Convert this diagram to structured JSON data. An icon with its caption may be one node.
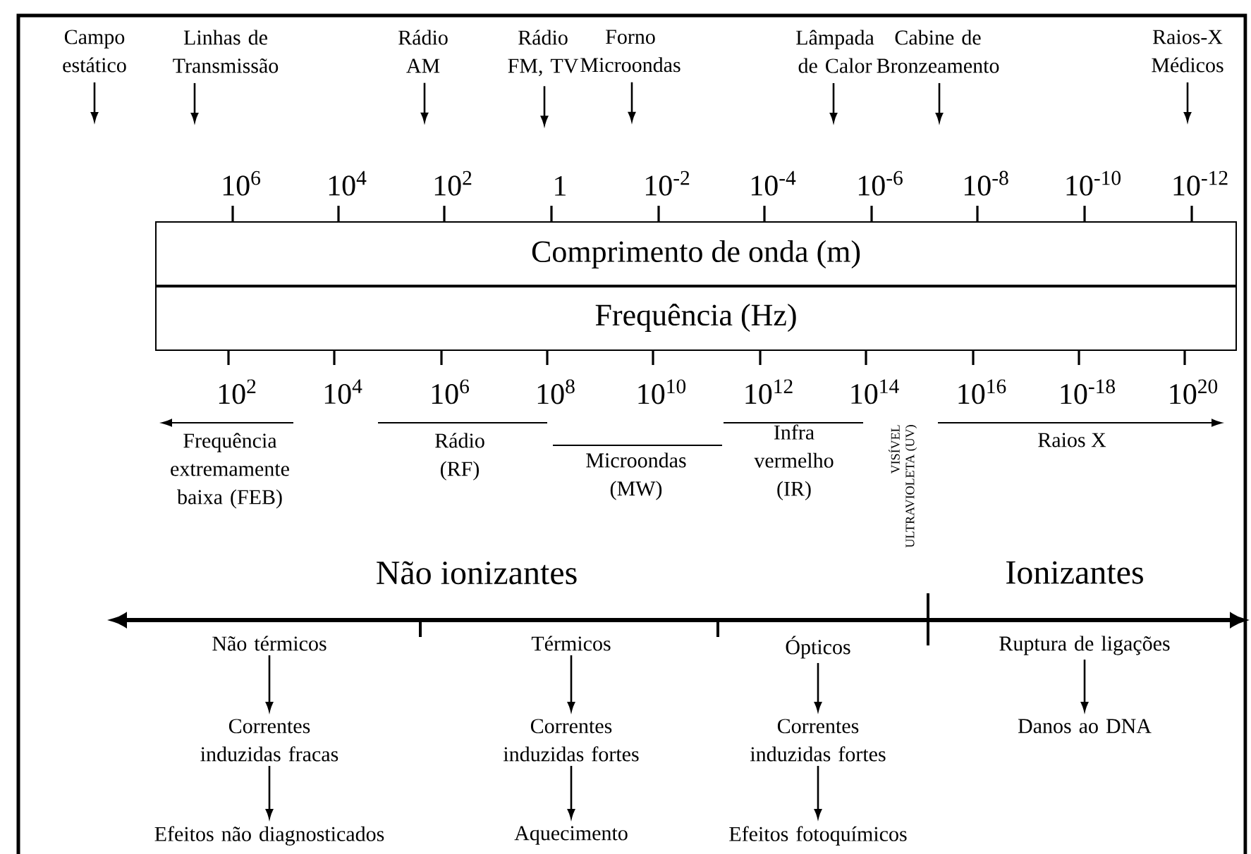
{
  "diagram": {
    "nodes": [
      {
        "text": [
          "Campo estático"
        ]
      },
      {
        "text": [
          "Linhas de Transmissão"
        ]
      },
      {
        "text": [
          "Rádio AM"
        ]
      },
      {
        "text": [
          "Rádio FM, TV"
        ]
      },
      {
        "text": [
          "Forno Microondas"
        ]
      },
      {
        "text": [
          "Lâmpada de Calor"
        ]
      },
      {
        "text": [
          "Cabine de Bronzeamento"
        ]
      },
      {
        "text": [
          "Raios-X Médicos"
        ]
      },
      {
        "text": [
          "Comprimento de onda (m)"
        ]
      },
      {
        "text": [
          "Frequência (Hz)"
        ]
      },
      {
        "text": [
          "Não térmicos"
        ]
      },
      {
        "text": [
          "Térmicos"
        ]
      },
      {
        "text": [
          "Ópticos"
        ]
      },
      {
        "text": [
          "Ruptura de ligações"
        ]
      },
      {
        "text": [
          "Correntes induzidas fracas"
        ]
      },
      {
        "text": [
          "Correntes induzidas fortes"
        ]
      },
      {
        "text": [
          "Correntes induzidas fortes"
        ]
      },
      {
        "text": [
          "Danos ao DNA"
        ]
      },
      {
        "text": [
          "Efeitos não diagnosticados"
        ]
      },
      {
        "text": [
          "Aquecimento"
        ]
      },
      {
        "text": [
          "Efeitos fotoquímicos"
        ]
      }
    ],
    "edges": [
      {
        "from": 0,
        "to": null,
        "arrow": "to"
      },
      {
        "from": 1,
        "to": null,
        "arrow": "to"
      },
      {
        "from": 2,
        "to": null,
        "arrow": "to"
      },
      {
        "from": 3,
        "to": null,
        "arrow": "to"
      },
      {
        "from": 4,
        "to": null,
        "arrow": "to"
      },
      {
        "from": 5,
        "to": null,
        "arrow": "to"
      },
      {
        "from": 6,
        "to": null,
        "arrow": "to"
      },
      {
        "from": 7,
        "to": null,
        "arrow": "to"
      },
      {
        "from": 10,
        "to": 14,
        "arrow": "to"
      },
      {
        "from": 11,
        "to": 15,
        "arrow": "to"
      },
      {
        "from": 12,
        "to": 16,
        "arrow": "to"
      },
      {
        "from": 13,
        "to": 17,
        "arrow": "to"
      },
      {
        "from": 14,
        "to": 18,
        "arrow": "to"
      },
      {
        "from": 15,
        "to": 19,
        "arrow": "to"
      },
      {
        "from": 16,
        "to": 20,
        "arrow": "to"
      }
    ],
    "labels": [
      "10$^{6}$",
      "10$^{4}$",
      "10$^{2}$",
      "1",
      "10$^{-2}$",
      "10$^{-4}$",
      "10$^{-6}$",
      "10$^{-8}$",
      "10$^{-10}$",
      "10$^{-12}$",
      "10$^{2}$",
      "10$^{4}$",
      "10$^{6}$",
      "10$^{8}$",
      "10$^{10}$",
      "10$^{12}$",
      "10$^{14}$",
      "10$^{16}$",
      "10$^{-18}$",
      "10$^{20}$",
      "Frequência extremamente baixa (FEB)",
      "Rádio (RF)",
      "Microondas (MW)",
      "Infra vermelho (IR)",
      "VISÍVEL",
      "ULTRAVIOLETA (UV)",
      "Raios X",
      "Não ionizantes",
      "Ionizantes"
    ]
  }
}
